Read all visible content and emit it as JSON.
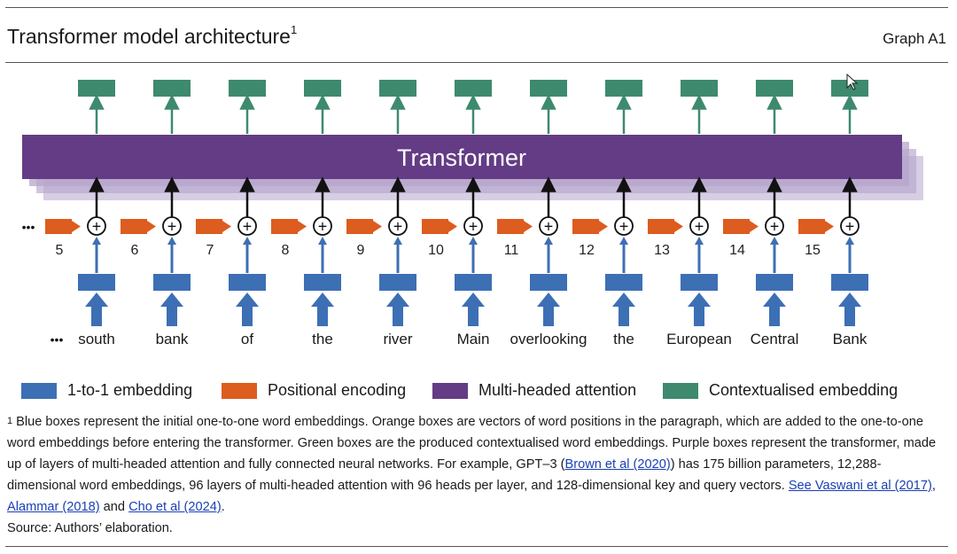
{
  "header": {
    "title": "Transformer model architecture",
    "title_note": "1",
    "graph_id": "Graph A1"
  },
  "diagram": {
    "transformer_label": "Transformer",
    "ellipsis": "•••",
    "plus_symbol": "+",
    "positions": [
      "5",
      "6",
      "7",
      "8",
      "9",
      "10",
      "11",
      "12",
      "13",
      "14",
      "15"
    ],
    "words": [
      "south",
      "bank",
      "of",
      "the",
      "river",
      "Main",
      "overlooking",
      "the",
      "European",
      "Central",
      "Bank"
    ]
  },
  "legend": [
    {
      "label": "1-to-1 embedding",
      "color": "#3d6fb5"
    },
    {
      "label": "Positional encoding",
      "color": "#dd5c1f"
    },
    {
      "label": "Multi-headed attention",
      "color": "#633c85"
    },
    {
      "label": "Contextualised embedding",
      "color": "#3e8a6e"
    }
  ],
  "colors": {
    "transformer_layer": "#633c85",
    "transformer_shadow": "#b7a6cc",
    "embedding_arrow": "#3d6fb5",
    "output_arrow": "#3e8a6e"
  },
  "footnote": {
    "marker": "1",
    "text1": "Blue boxes represent the initial one-to-one word embeddings. Orange boxes are vectors of word positions in the paragraph, which are added to the one-to-one word embeddings before entering the transformer. Green boxes are the produced contextualised word embeddings. Purple boxes represent the transformer, made up of layers of multi-headed attention and fully connected neural networks. For example, GPT–3 (",
    "link1": "Brown et al (2020)",
    "text2": ") has 175 billion parameters, 12,288-dimensional word embeddings, 96 layers of multi-headed attention with 96 heads per layer, and 128-dimensional key and query vectors. ",
    "link2": "See Vaswani et al (2017)",
    "sep1": ", ",
    "link3": "Alammar (2018)",
    "sep2": " and ",
    "link4": "Cho et al (2024)",
    "end": "."
  },
  "source": "Source: Authors’ elaboration."
}
